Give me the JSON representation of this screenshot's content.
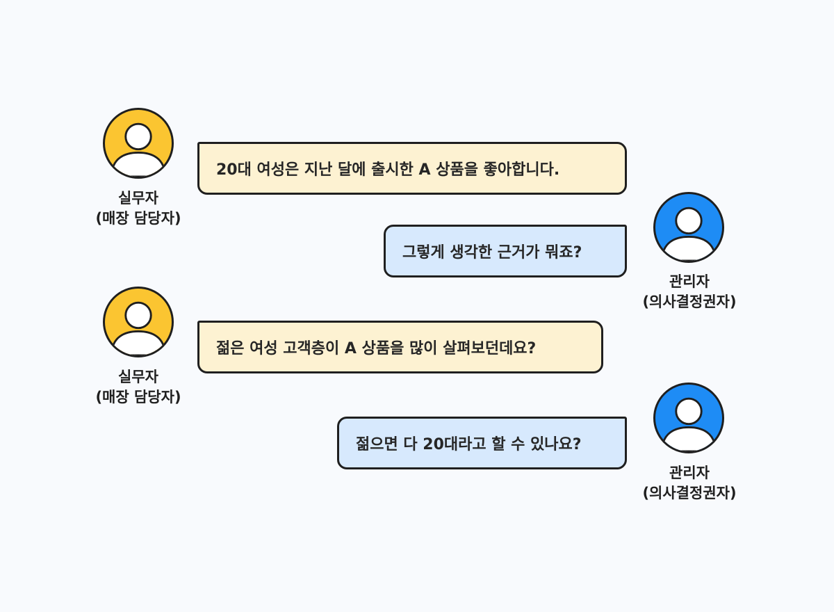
{
  "colors": {
    "worker_avatar": "#fbc531",
    "manager_avatar": "#1e8cf5",
    "worker_bubble": "#fdf2d2",
    "manager_bubble": "#d7e9fd",
    "outline": "#1f1f1f",
    "background": "#f8fafd"
  },
  "speakers": {
    "worker": {
      "line1": "실무자",
      "line2": "(매장 담당자)",
      "icon": "person-icon"
    },
    "manager": {
      "line1": "관리자",
      "line2": "(의사결정권자)",
      "icon": "person-icon"
    }
  },
  "messages": [
    {
      "speaker": "worker",
      "text": "20대 여성은 지난 달에 출시한 A 상품을 좋아합니다."
    },
    {
      "speaker": "manager",
      "text": "그렇게 생각한 근거가 뭐죠?"
    },
    {
      "speaker": "worker",
      "text": "젊은 여성 고객층이 A 상품을 많이 살펴보던데요?"
    },
    {
      "speaker": "manager",
      "text": "젊으면 다 20대라고 할 수 있나요?"
    }
  ]
}
